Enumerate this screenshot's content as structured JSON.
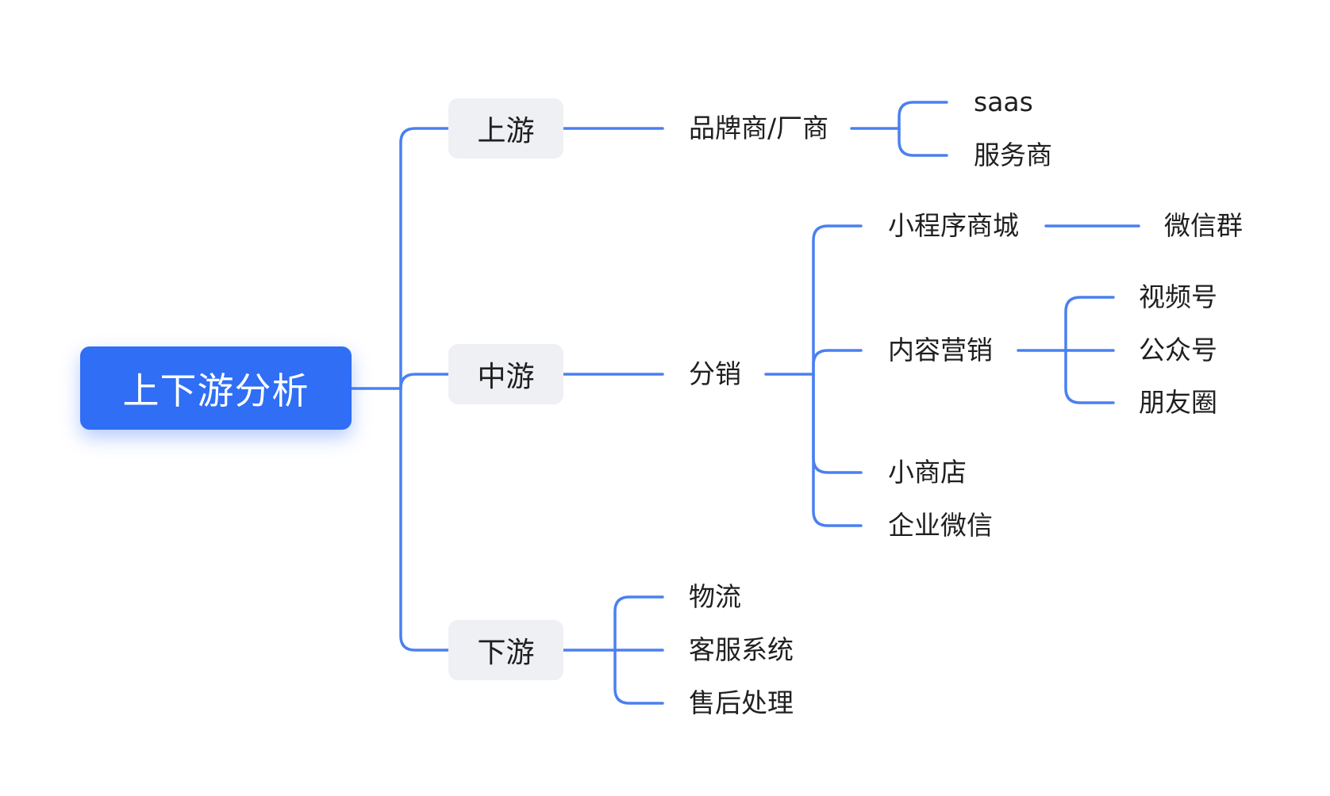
{
  "root": {
    "label": "上下游分析"
  },
  "upstream": {
    "label": "上游",
    "child": {
      "label": "品牌商/厂商",
      "children": [
        {
          "label": "saas"
        },
        {
          "label": "服务商"
        }
      ]
    }
  },
  "midstream": {
    "label": "中游",
    "child": {
      "label": "分销",
      "children": [
        {
          "label": "小程序商城",
          "children": [
            {
              "label": "微信群"
            }
          ]
        },
        {
          "label": "内容营销",
          "children": [
            {
              "label": "视频号"
            },
            {
              "label": "公众号"
            },
            {
              "label": "朋友圈"
            }
          ]
        },
        {
          "label": "小商店"
        },
        {
          "label": "企业微信"
        }
      ]
    }
  },
  "downstream": {
    "label": "下游",
    "children": [
      {
        "label": "物流"
      },
      {
        "label": "客服系统"
      },
      {
        "label": "售后处理"
      }
    ]
  },
  "colors": {
    "accent": "#2f6ef5",
    "line": "#4a80f0",
    "node_bg": "#eef0f3"
  }
}
